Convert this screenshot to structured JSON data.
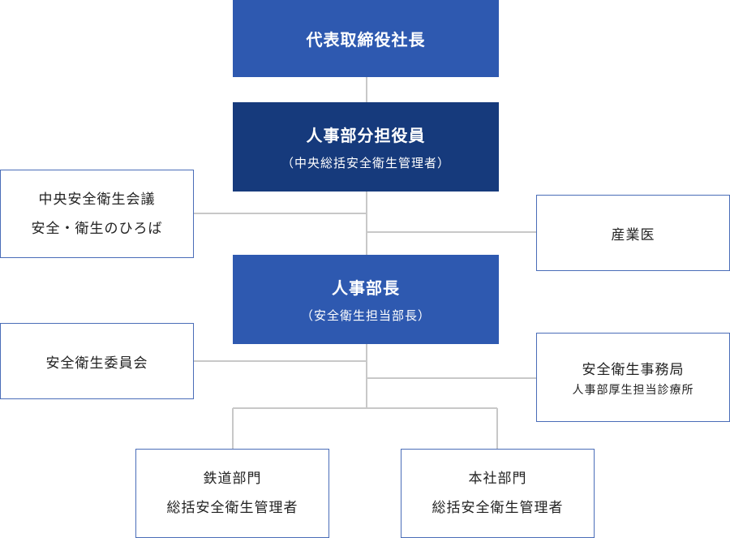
{
  "nodes": {
    "ceo": {
      "title": "代表取締役社長"
    },
    "hr_officer": {
      "title": "人事部分担役員",
      "subtitle": "（中央総括安全衛生管理者）"
    },
    "central_council": {
      "line1": "中央安全衛生会議",
      "line2": "安全・衛生のひろば"
    },
    "industrial_physician": {
      "title": "産業医"
    },
    "hr_manager": {
      "title": "人事部長",
      "subtitle": "（安全衛生担当部長）"
    },
    "committee": {
      "title": "安全衛生委員会"
    },
    "secretariat": {
      "title": "安全衛生事務局",
      "subtitle": "人事部厚生担当診療所"
    },
    "railway_dept": {
      "line1": "鉄道部門",
      "line2": "総括安全衛生管理者"
    },
    "head_office_dept": {
      "line1": "本社部門",
      "line2": "総括安全衛生管理者"
    }
  },
  "colors": {
    "primary_blue": "#2e59b0",
    "dark_blue": "#163a7c",
    "border_blue": "#4a6db8",
    "connector_gray": "#c8c8c8"
  }
}
